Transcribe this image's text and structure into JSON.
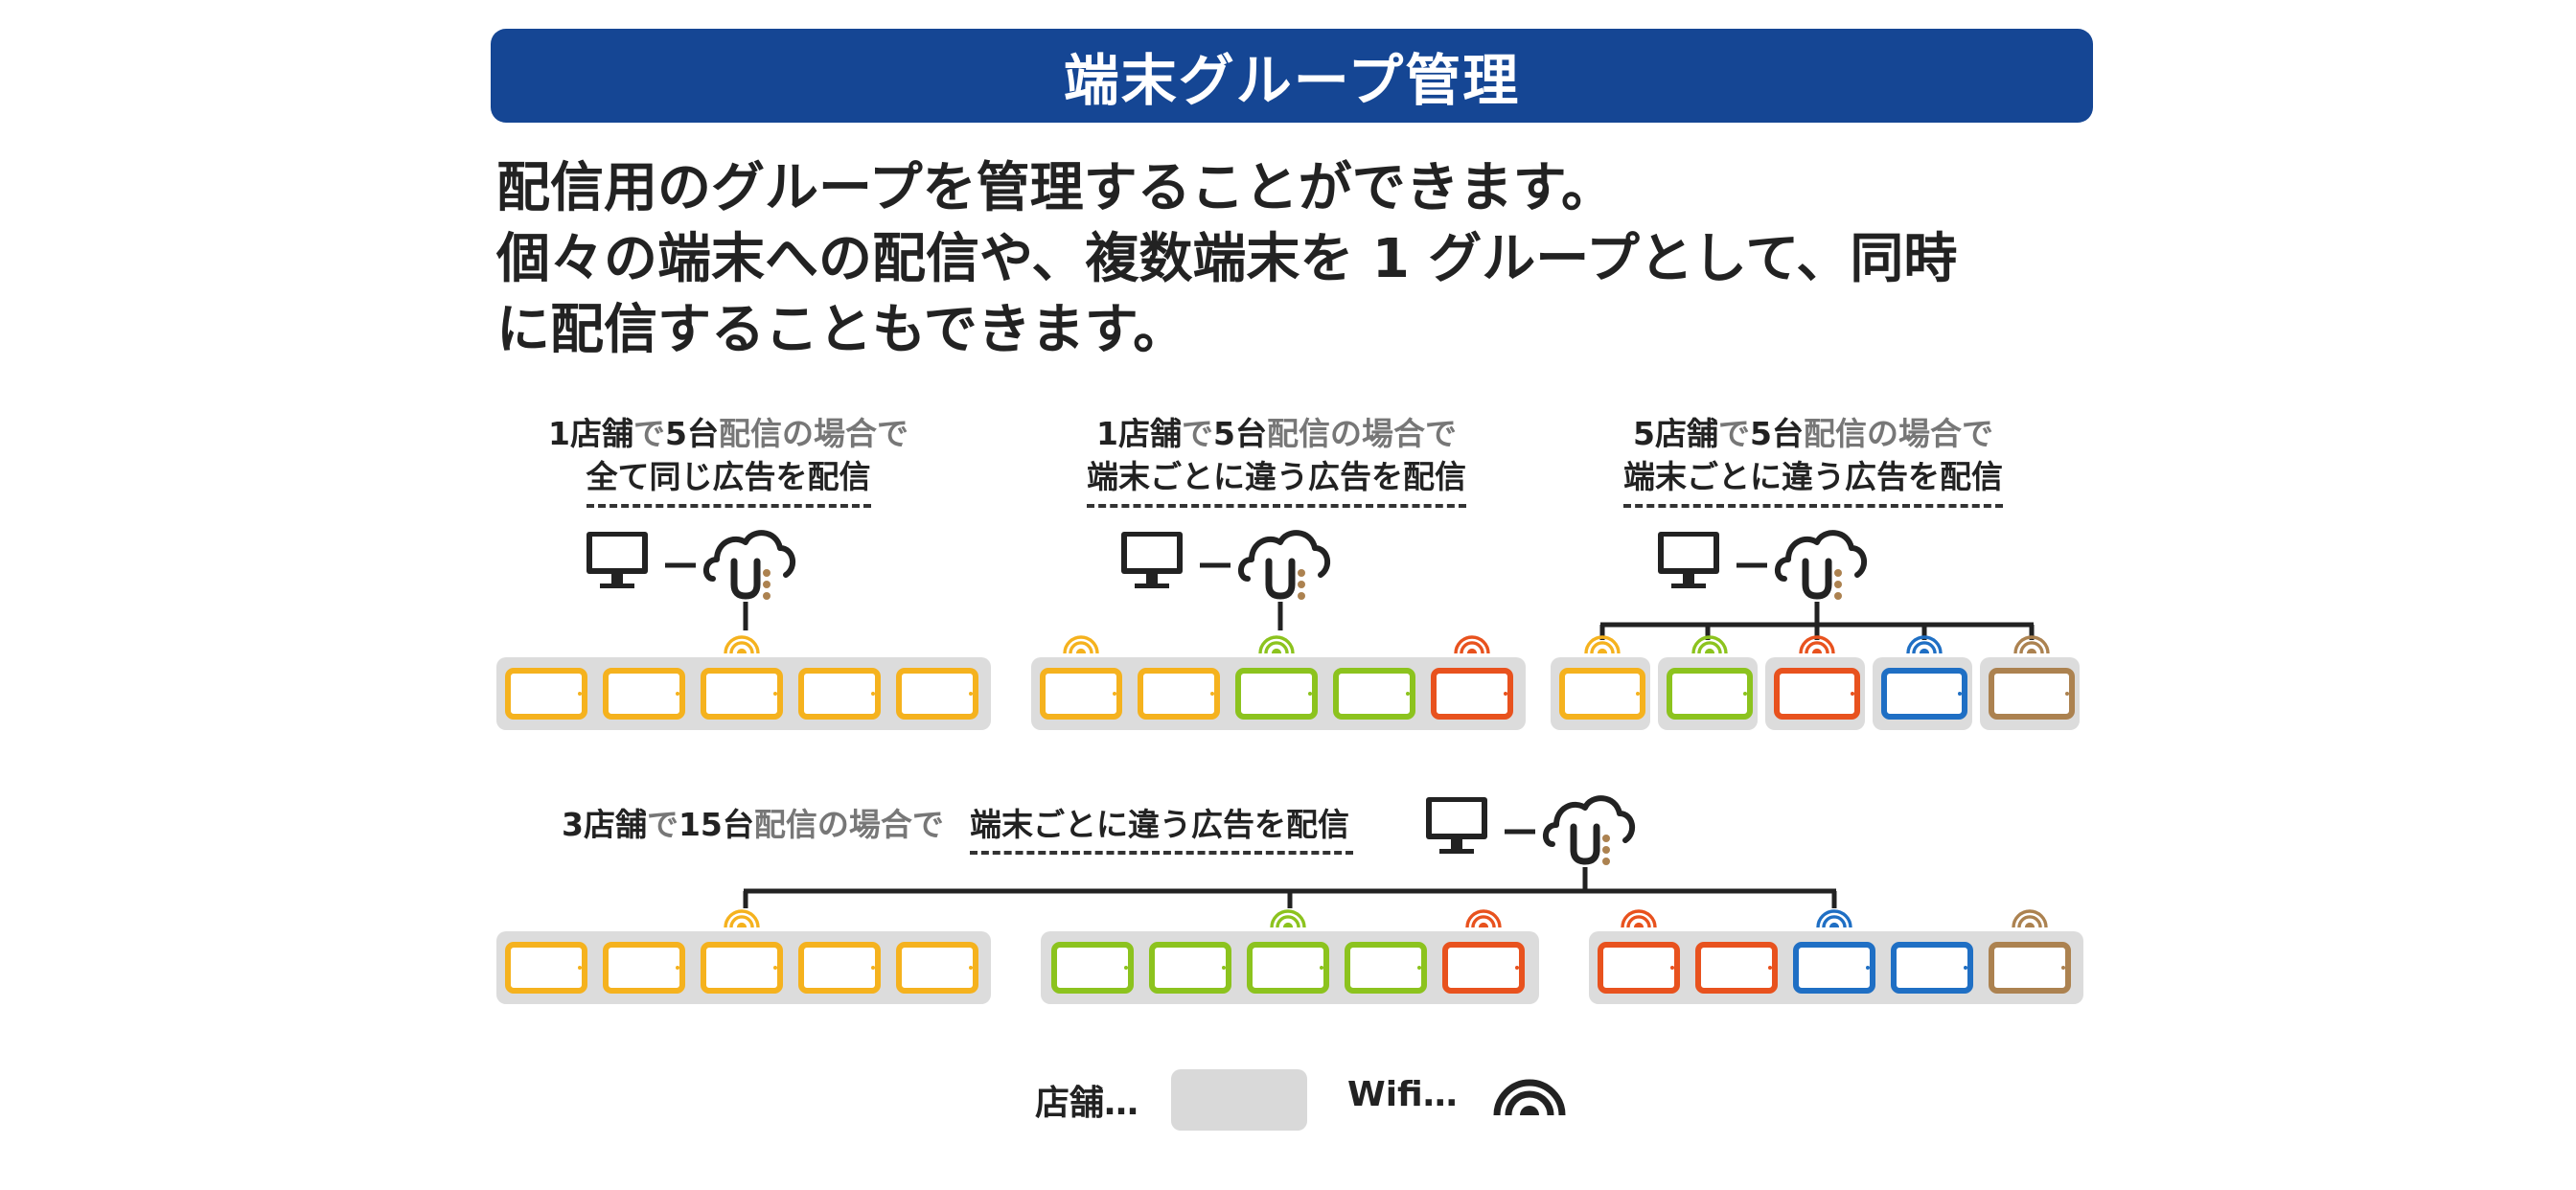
{
  "header": {
    "title": "端末グループ管理"
  },
  "description": {
    "lines": [
      "配信用のグループを管理することができます。",
      "個々の端末への配信や、複数端末を 1 グループとして、同時",
      "に配信することもできます。"
    ]
  },
  "cases": [
    {
      "id": "case1",
      "stores": "1店舗",
      "de1": "で",
      "units": "5台",
      "suffix": "配信の場合で",
      "subtitle": "全て同じ広告を配信"
    },
    {
      "id": "case2",
      "stores": "1店舗",
      "de1": "で",
      "units": "5台",
      "suffix": "配信の場合で",
      "subtitle": "端末ごとに違う広告を配信"
    },
    {
      "id": "case3",
      "stores": "5店舗",
      "de1": "で",
      "units": "5台",
      "suffix": "配信の場合で",
      "subtitle": "端末ごとに違う広告を配信"
    },
    {
      "id": "case4",
      "stores": "3店舗",
      "de1": "で",
      "units": "15台",
      "suffix": "配信の場合で",
      "subtitle": "端末ごとに違う広告を配信"
    }
  ],
  "legend": {
    "store_label": "店舗…",
    "wifi_label": "Wifi…"
  },
  "icons": {
    "pc": "monitor-icon",
    "cloud": "cloud-u-icon",
    "wifi": "wifi-icon",
    "tablet": "tablet-icon"
  },
  "colors": {
    "banner": "#154694",
    "yellow": "#f5b21e",
    "green": "#8cc31e",
    "orange": "#e8521e",
    "blue": "#1f6fc4",
    "brown": "#ac8250",
    "store_bg": "#dcdcdc"
  },
  "diagrams": [
    {
      "id": "case1",
      "tablets": [
        "yellow",
        "yellow",
        "yellow",
        "yellow",
        "yellow"
      ],
      "wifi": [
        null,
        null,
        "yellow",
        null,
        null
      ]
    },
    {
      "id": "case2",
      "tablets": [
        "yellow",
        "yellow",
        "green",
        "green",
        "orange"
      ],
      "wifi": [
        "yellow",
        null,
        "green",
        null,
        "orange"
      ]
    },
    {
      "id": "case3",
      "tablets": [
        "yellow",
        "green",
        "orange",
        "blue",
        "brown"
      ],
      "wifi": [
        "yellow",
        "green",
        "orange",
        "blue",
        "brown"
      ]
    },
    {
      "id": "case4a",
      "tablets": [
        "yellow",
        "yellow",
        "yellow",
        "yellow",
        "yellow"
      ],
      "wifi": [
        null,
        null,
        "yellow",
        null,
        null
      ]
    },
    {
      "id": "case4b",
      "tablets": [
        "green",
        "green",
        "green",
        "green",
        "orange"
      ],
      "wifi": [
        null,
        null,
        "green",
        null,
        "orange"
      ]
    },
    {
      "id": "case4c",
      "tablets": [
        "orange",
        "orange",
        "blue",
        "blue",
        "brown"
      ],
      "wifi": [
        "orange",
        null,
        "blue",
        null,
        "brown"
      ]
    }
  ]
}
